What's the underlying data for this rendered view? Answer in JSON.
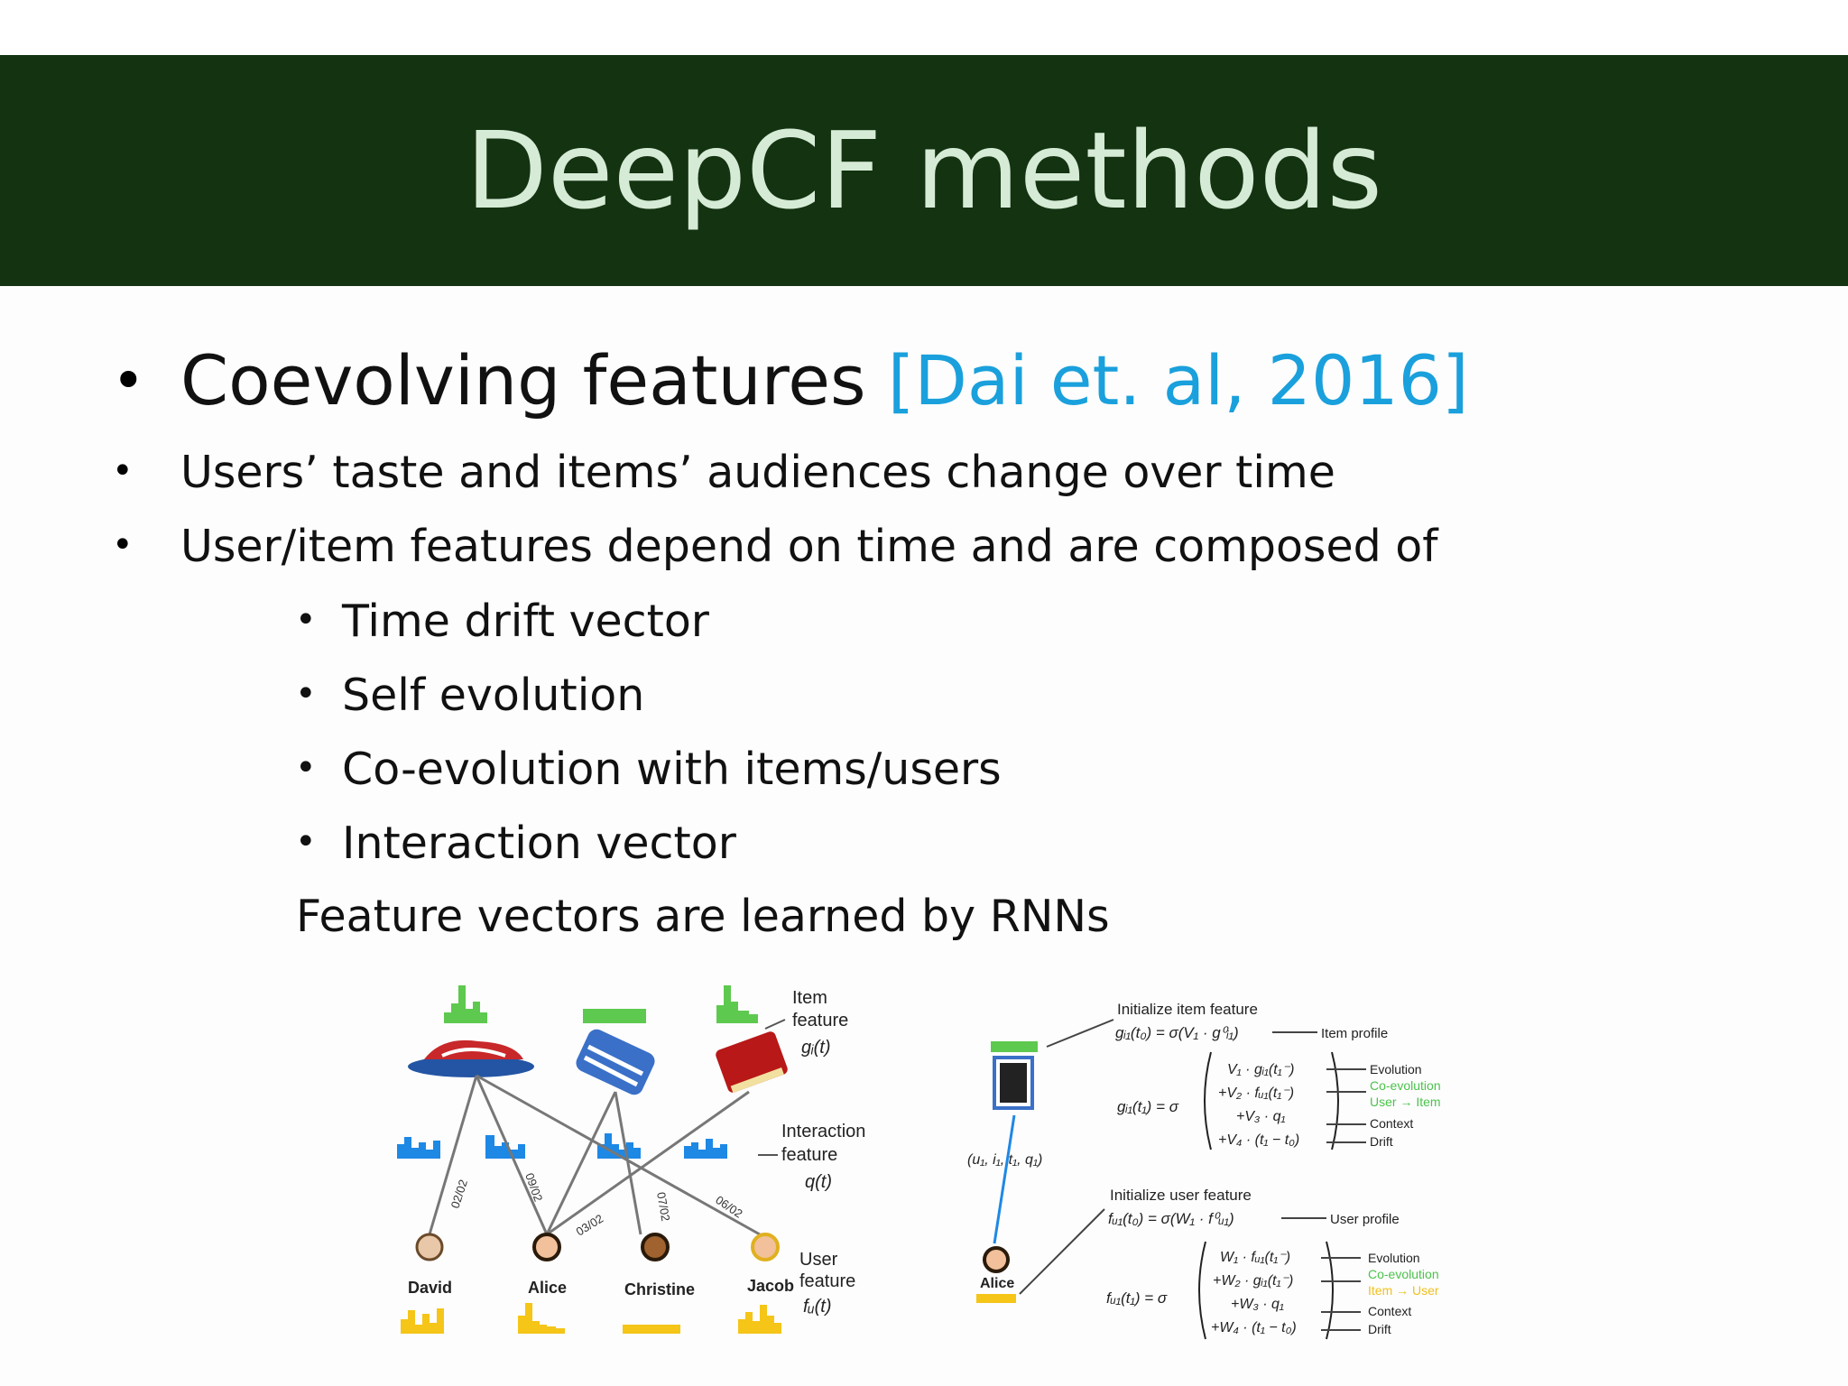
{
  "slide": {
    "title": "DeepCF methods",
    "bullets": [
      {
        "text": "Coevolving features ",
        "citation": "[Dai et. al, 2016]"
      },
      {
        "text": "Users’ taste and items’ audiences change over time"
      },
      {
        "text": "User/item features depend on time and are composed of"
      }
    ],
    "sub_bullets": [
      "Time drift vector",
      "Self evolution",
      "Co-evolution with items/users",
      "Interaction vector"
    ],
    "closing_line": "Feature vectors are learned by RNNs",
    "bullet_char": "•"
  },
  "figure_left": {
    "item_feature_label": [
      "Item",
      "feature"
    ],
    "item_feature_formula": "gᵢ(t)",
    "interaction_label": [
      "Interaction",
      "feature"
    ],
    "interaction_formula": "q(t)",
    "user_feature_label": [
      "User",
      "feature"
    ],
    "user_feature_formula": "fᵤ(t)",
    "users": [
      "David",
      "Alice",
      "Christine",
      "Jacob"
    ],
    "edge_dates": [
      "02/02",
      "09/02",
      "03/02",
      "07/02",
      "06/02"
    ],
    "colors": {
      "item_hist": "#5ec94f",
      "interaction_hist": "#1e88e5",
      "user_hist": "#f5c518",
      "edge": "#777777"
    }
  },
  "figure_right": {
    "init_item_label": "Initialize item feature",
    "init_item_formula": "gᵢ₁(t₀) = σ(V₁ · g⁰ᵢ₁)",
    "item_profile": "Item profile",
    "item_update_lhs": "gᵢ₁(t₁) = σ",
    "item_terms": [
      "V₁ · gᵢ₁(t₁⁻)",
      "+V₂ · fᵤ₁(t₁⁻)",
      "+V₃ · q₁",
      "+V₄ · (t₁ − t₀)"
    ],
    "item_term_labels": [
      "Evolution",
      "Co-evolution",
      "User → Item",
      "Context",
      "Drift"
    ],
    "event_tuple": "(u₁, i₁, t₁, q₁)",
    "init_user_label": "Initialize user feature",
    "init_user_formula": "fᵤ₁(t₀) = σ(W₁ · f⁰ᵤ₁)",
    "user_profile": "User profile",
    "user_update_lhs": "fᵤ₁(t₁) = σ",
    "user_terms": [
      "W₁ · fᵤ₁(t₁⁻)",
      "+W₂ · gᵢ₁(t₁⁻)",
      "+W₃ · q₁",
      "+W₄ · (t₁ − t₀)"
    ],
    "user_term_labels": [
      "Evolution",
      "Co-evolution",
      "Item → User",
      "Context",
      "Drift"
    ],
    "user_name": "Alice",
    "colors": {
      "coevolution_label": "#4cc24c",
      "user_item_label": "#4cc24c",
      "item_user_label": "#f0c020",
      "line": "#1e88e5"
    }
  }
}
